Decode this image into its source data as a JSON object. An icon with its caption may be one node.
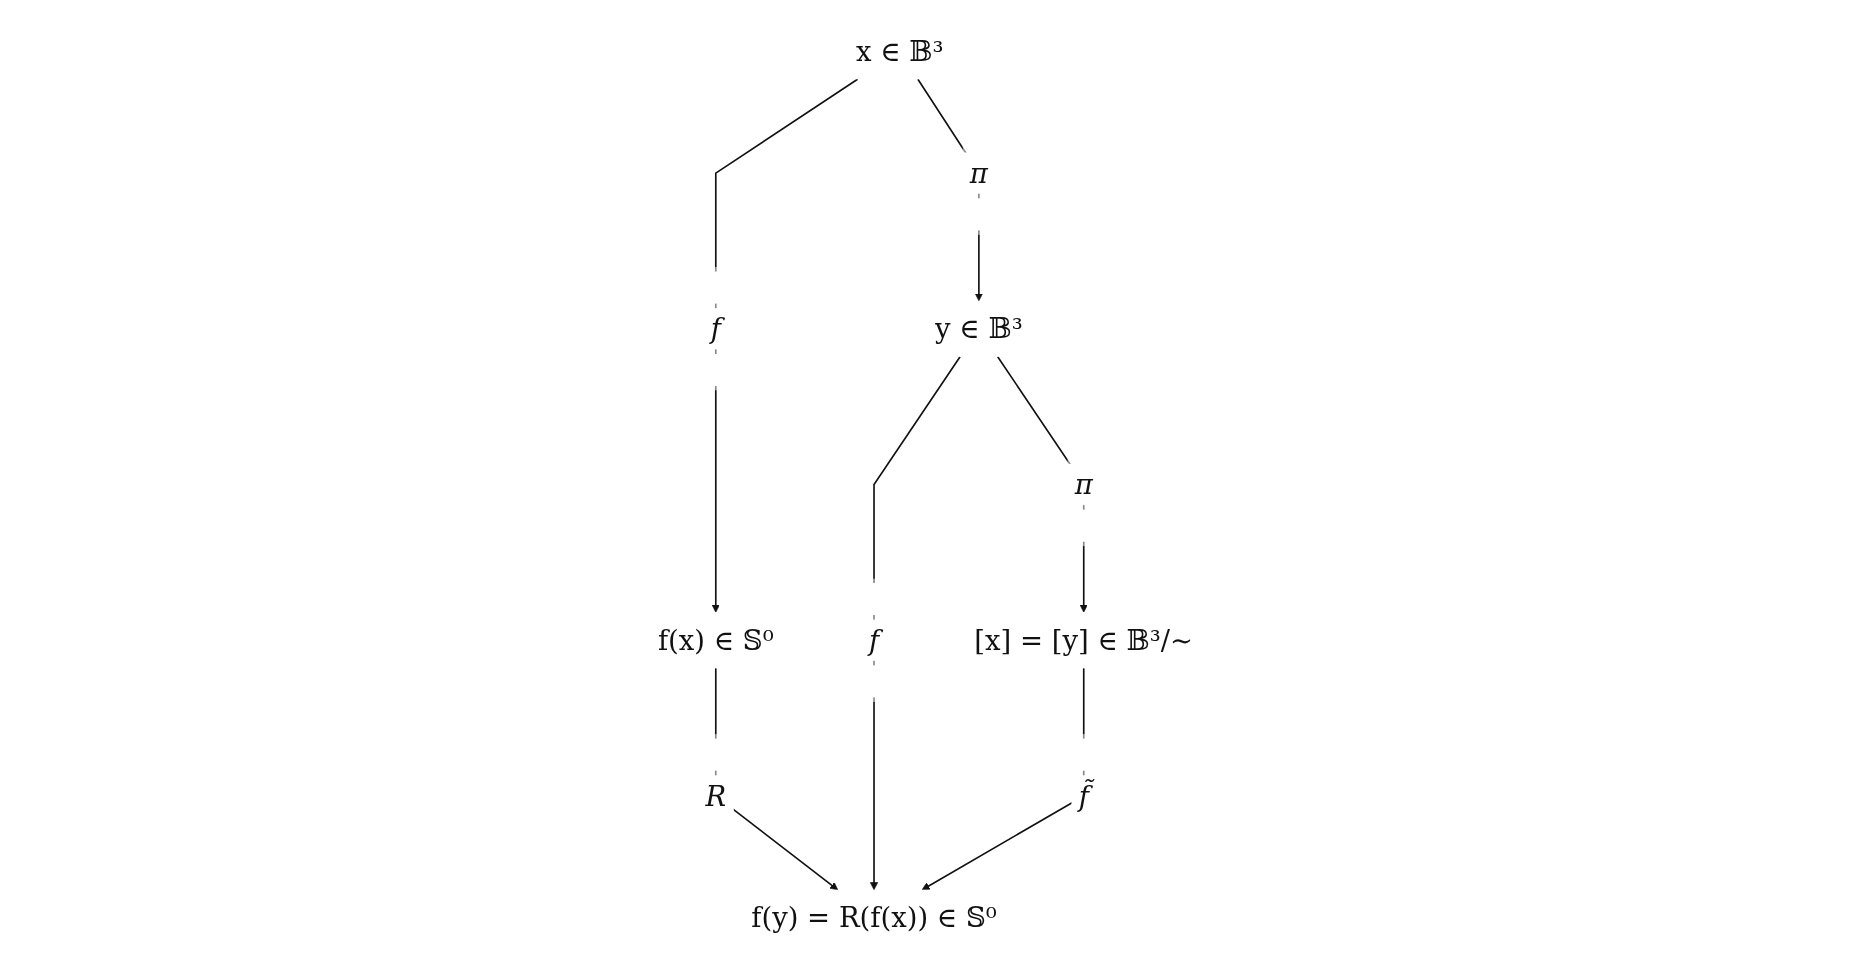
{
  "diagram": {
    "nodes": [
      {
        "text": [
          "x ∈ 𝔹³"
        ]
      },
      {
        "text": [
          "f(x) ∈ 𝕊⁰"
        ]
      },
      {
        "text": [
          "y ∈ 𝔹³"
        ]
      },
      {
        "text": [
          "f(y) = R(f(x)) ∈ 𝕊⁰"
        ]
      },
      {
        "text": [
          "[x] = [y] ∈ 𝔹³/∼"
        ]
      }
    ],
    "edges": [
      {
        "from": 0,
        "to": 1,
        "arrow": "to",
        "label": "f"
      },
      {
        "from": 0,
        "to": 2,
        "arrow": "to",
        "label": "π"
      },
      {
        "from": 1,
        "to": 3,
        "arrow": "to",
        "label": "R"
      },
      {
        "from": 2,
        "to": 3,
        "arrow": "to",
        "label": "f"
      },
      {
        "from": 2,
        "to": 4,
        "arrow": "to",
        "label": "π"
      },
      {
        "from": 4,
        "to": 3,
        "arrow": "to",
        "label": "f̃"
      }
    ]
  }
}
